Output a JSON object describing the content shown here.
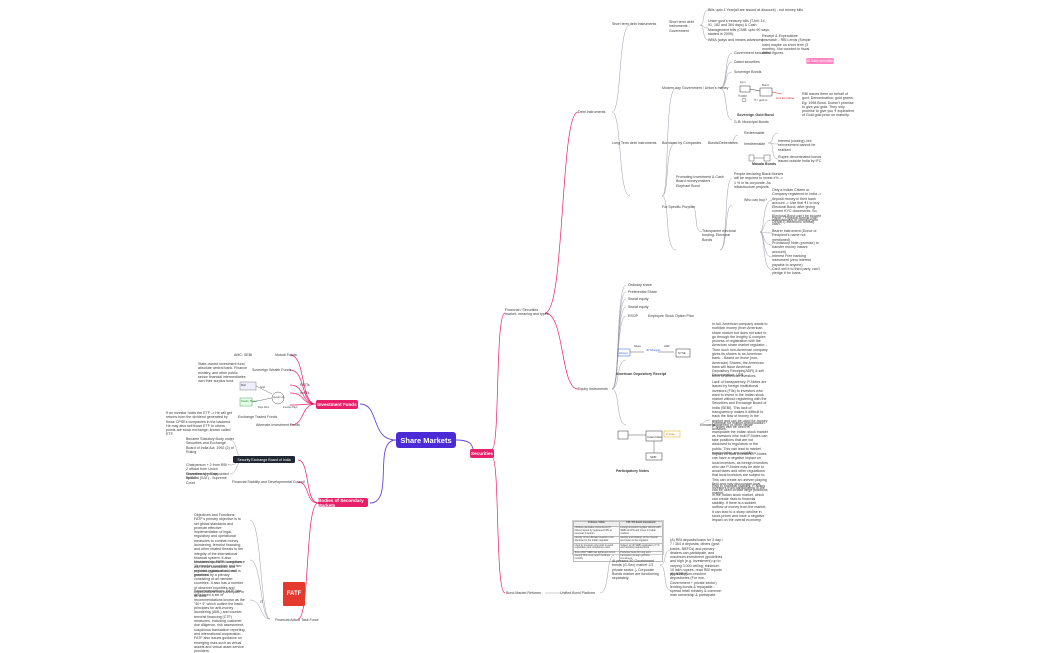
{
  "root": "Share Markets",
  "securities": "Securities",
  "investment_funds": "Investment Funds",
  "bodies": "Bodies of Secondary Markets",
  "debt_instruments": "Debt Instruments",
  "short_term": "Short term debt instruments",
  "short_term_gov": "Short term debt instruments - Government",
  "bills_text": "Bills upto 1 Year(all are issued at discount) - not money bills",
  "treasury_text": "Union govt's treasury bills (T-bill: 14, 91, 182 and 364 days) & Cash Management bills (CMB: upto 90 days, started in 2009).",
  "wma": "WMA (ways and means advances)",
  "wma_note": "Receipt & Expenditure mismatch - RBI Lends (Simple loan) maybe on short term (3 months). Not counted in fiscal deficit figures.",
  "modern_day": "Modern day Government / Union's money",
  "gov_securities": "Government securities",
  "dated_securities": "Dated securities",
  "sovereign_bonds": "Sovereign Bonds",
  "all_gsec": "All Gsec securities",
  "sgb_note": "RBI issues them on behalf of govt. Denomination: gold grams. Eg: 1998 Bond. Doesn't promise to give you gold. They only promise to give you ₹ equivalent of Gold gold price on maturity.",
  "sgb_caption": "Sovereign Gold Bond",
  "sgb_amount": "₹ 2000",
  "live_ka": "Live ka market",
  "gold_gram": "1gm",
  "bond_word": "Bond",
  "sgb_formula": "₹ = gold rs",
  "gdb": "G-B: Municipal Bonds",
  "long_term": "Long Term debt instruments",
  "borrowed": "Borrowed by Companies",
  "bonds_deb": "Bonds/Debentures",
  "redeemable": "Redeemable",
  "irredeemable": "Irredeemable",
  "irredeemable_note": "Interest (closing), but reinvestment cannot be realised",
  "masala_note": "Rupee denominated bonds issued outside India by IFC",
  "masala_caption": "Masala Bonds",
  "infra_label": "Promoting Investment & Cash Board money matters - Elephant Bond",
  "infra_note": "People declaring Black Monies will be required to invest x% -> 1 % in its corporate. As infrastructure projects.",
  "specific": "For Specific Purpose",
  "electoral": "Transparent electoral funding- Electoral Bonds",
  "who_buy": "Who can buy?",
  "who_buy_note": "Only a Indian Citizen or Company registered in India -> deposit money in their bank account -> Use that ₹1 to buy Electoral Bond, after giving current KYC documents. So, Electoral Bond can't be bought anonymously or liberally with cash.",
  "eb1": "Paper / Physical format (not DEMAT) electronic format)",
  "eb2": "Bearer instrument (Donor or Recipient's name not mentioned).",
  "eb3": "Promissory Note (promise) to transfer money instant account)",
  "eb4": "Interest Free banking instrument (zero interest payable to anyone).",
  "eb5": "Can't sell it to third party, can't pledge it for loans.",
  "financial": "Financial / Securities market- meaning and types",
  "ordinary": "Ordinary share",
  "preferential": "Preferential Share",
  "sweat": "Sweat equity",
  "sweat2": "Sweat equity",
  "esop": "ESOP",
  "esop_full": "Employee Stock Option Plan",
  "equity": "Equity Instruments",
  "adr_note": "In full, American company wants to mobilize money (from American share market but does not want to go through the lengthy & complex process of registration with the American share market regulator. - Then such non-American company gives its shares to an American bank. - Based on those (non-American) Shares, the American bank will issue American Depository Receipts(ADR) & sell them to American investors.",
  "adr_caption": "American Depository Receipt",
  "denomination": "Denomination: US$",
  "adr_fig_left": "Infosys",
  "adr_fig_mid": "JP Morgan",
  "adr_fig_right": "NYSE",
  "adr_fig_adr": "ADR",
  "adr_fig_share": "Share",
  "pn_text1": "Lack of transparency: P-Notes are issued by foreign institutional investors (FIIs) to investors who want to invest in the Indian stock market without registering with the Securities and Exchange Board of India (SEBI). This lack of transparency makes it difficult to track the flow of money in the market and can be used for money laundering or other illegal activities.",
  "pn_text2": "Potential for market manipulation: P-Notes can be used to manipulate the Indian stock market as investors who hold P-Notes can take positions that are not disclosed to regulators or the public. This can lead to market manipulation and volatility.",
  "pn_text3": "Impact on local investors: P-Notes can have a negative impact on local investors, as foreign investors who use P-Notes may be able to avoid taxes and other regulations that local investors are subject to. This can create an uneven playing field and may discourage local investors from participating in the market.",
  "pn_text4": "Risk to financial stability: P-Notes can be used to take large positions in the Indian stock market, which can create risks to financial stability. If there is a sudden outflow of money from the market, it can lead to a sharp decline in stock prices and have a negative impact on the overall economy.",
  "concerns": "Concerns",
  "pn_caption": "Participatory Notes",
  "pn_fig_fii": "Indian Mark.",
  "pn_fig_sebi": "SEBI",
  "pn_fig_no": "P-Note",
  "bond_market": "Bond Market Reforms",
  "unified": "Unified Bond Platform",
  "unified_note": "At present 50 Government bonds (G-Sec) market 1/3 private sector (- Corporate Bonds market are functioning separately.",
  "bm1": "(A) RBI deposits/loans for 3 day / 7 / 364 d deposits; others (govt. banks, NBFCs) and primary dealers can participate, and maximum investment (guidelines and high (e.g. investment) up to varying 3.000 ceiling; minimum 10 lakh rupees, read RBI reports applicable).",
  "bm2": "(B) NTR (Non-resident depositories (For non-Government + private sector) lending bonds & repayable - spread retail ministry & common man ownership & participate.",
  "mutual": "Mutual Funds",
  "amc": "AMC: SEBI",
  "sovereign": "Sovereign Wealth Funds",
  "swf_note": "State-owned investment fund, absolute central bank. Finance ministry, and other public sector financial intermediaries own their surplus fund.",
  "reits": "REITs",
  "invits": "InvITs",
  "etf": "Exchange Traded Funds",
  "etf_note": "If an investor holds the ETF -> He will get returns from the dividend generated by those CPSEs companies in the backend. He may also sell those ETF to others points are stock exchange; known called ETF.",
  "alternate": "Alternate Investment Funds",
  "reit_fig_a": "Mall",
  "reit_fig_b": "Roads, Power",
  "reit_fig_c": "Invest Ltd.",
  "reit_fig_d": "Sold",
  "reit_fig_e": "Pays Rent",
  "reit_fig_f": "Investor Pays",
  "sebi_box": "Security Exchange Board of India",
  "sebi_note1": "Became Statutory Body under Securities and Exchange Board of India Act, 1992 (2) of Ruling",
  "sebi_note2": "Chairperson + 2 from RBI + 2 official from Union Government + 5 appointed by GO",
  "sebi_note3": "Securities Appellate Tribunal (SAT) - Supreme Court",
  "fsdc": "Financial Stability and Developmental Council",
  "fatf_logo": "FATF",
  "fatf_note1": "Objectives and Functions: FATF's primary objective is to set global standards and promote effective implementation of legal, regulatory and operational measures to combat money laundering, terrorist financing and other related threats to the integrity of the international financial system. It also evaluates countries' compliance with these standards, and provides guidance on best practices.",
  "fatf_note2": "Membership: FATF comprises 39 member countries and two regional organizations, and is governed by a plenary consisting of all member countries. It also has a number of observer countries and organizations that participate in its work.",
  "fatf_note3": "Recommendations: FATF has developed a set of recommendations known as the \"40+ 9\" which outline the basic principles for anti-money laundering (AML) and counter-terrorist financing (CTF) measures, including customer due diligence, risk assessment, suspicious transaction reporting, and international cooperation. FATF also issues guidance on emerging risks such as virtual assets and virtual asset service providers.",
  "fatf_small": "IT",
  "fatf_label": "Financial Action Task Force",
  "table_headers": [
    "P-Notes / ODIs",
    "FPI / FII direct investment"
  ],
  "table_rows": [
    [
      "Offshore derivative instruments (P-Notes) issued by registered FPIs to overseas investors",
      "Foreign investors register directly with SEBI as FPIs and invest in Indian markets"
    ],
    [
      "Identity of the ultimate investor is not disclosed to the Indian regulator",
      "Identity and holdings of the investor are known to the regulator"
    ],
    [
      "Used by investors who wish to avoid registration and compliance costs",
      "Subject to full SEBI registration, KYC and reporting requirements"
    ],
    [
      "Since 2017 SEBI has tightened norms; issuing FPIs must report holdings monthly",
      "Preferred route for long term, transparent foreign portfolio investment"
    ]
  ],
  "colors": {
    "root": "#4b2bd6",
    "branch": "#e81f6a",
    "pill": "#ff86c4",
    "dark": "#1f2733",
    "line_purple": "#6a47e0",
    "line_pink": "#e81f6a",
    "line_grey": "#9a9aa8"
  }
}
